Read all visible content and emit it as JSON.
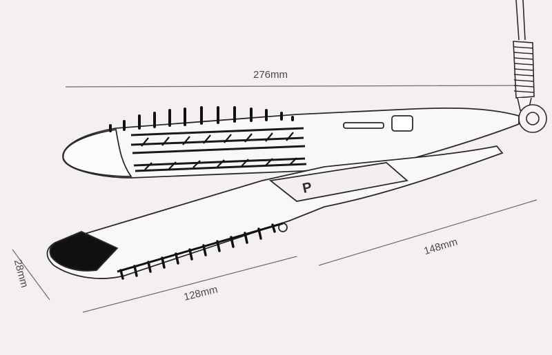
{
  "dimensions": {
    "total_length": "276mm",
    "width": "28mm",
    "brush_length": "128mm",
    "handle_length": "148mm"
  },
  "colors": {
    "background": "#f3eff3",
    "line": "#2a2a2a",
    "dimension_line": "#6a6a6a",
    "text": "#4a4a4a"
  },
  "device_label": "P"
}
